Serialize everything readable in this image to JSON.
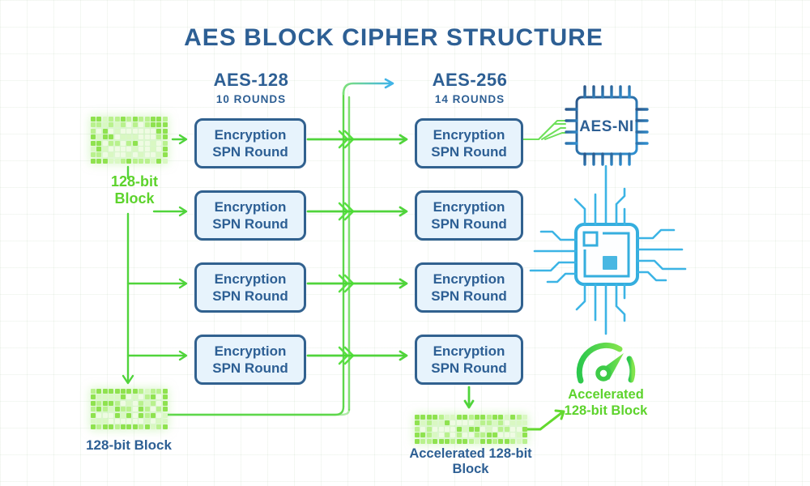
{
  "title": "AES BLOCK CIPHER STRUCTURE",
  "columns": {
    "left": {
      "name": "AES-128",
      "rounds": "10 ROUNDS",
      "visible_round_boxes": 4
    },
    "right": {
      "name": "AES-256",
      "rounds": "14 ROUNDS",
      "visible_round_boxes": 4
    }
  },
  "round_box": {
    "line1": "Encryption",
    "line2": "SPN Round"
  },
  "labels": {
    "input_line1": "128-bit",
    "input_line2": "Block",
    "left_output": "128-bit Block",
    "bottom_output": "Accelerated 128-bit Block",
    "accel_line1": "Accelerated",
    "accel_line2": "128-bit Block"
  },
  "chip": {
    "label": "AES-NI"
  },
  "icons": [
    "pixel-block-icon",
    "aes-ni-chip-icon",
    "cpu-chip-icon",
    "speedometer-icon"
  ],
  "colors": {
    "navy": "#2d5f94",
    "green": "#50d43b",
    "green_text": "#5dd32c",
    "light_blue": "#3cb4e5",
    "box_fill": "#e7f3fc",
    "box_border": "#31618f"
  }
}
